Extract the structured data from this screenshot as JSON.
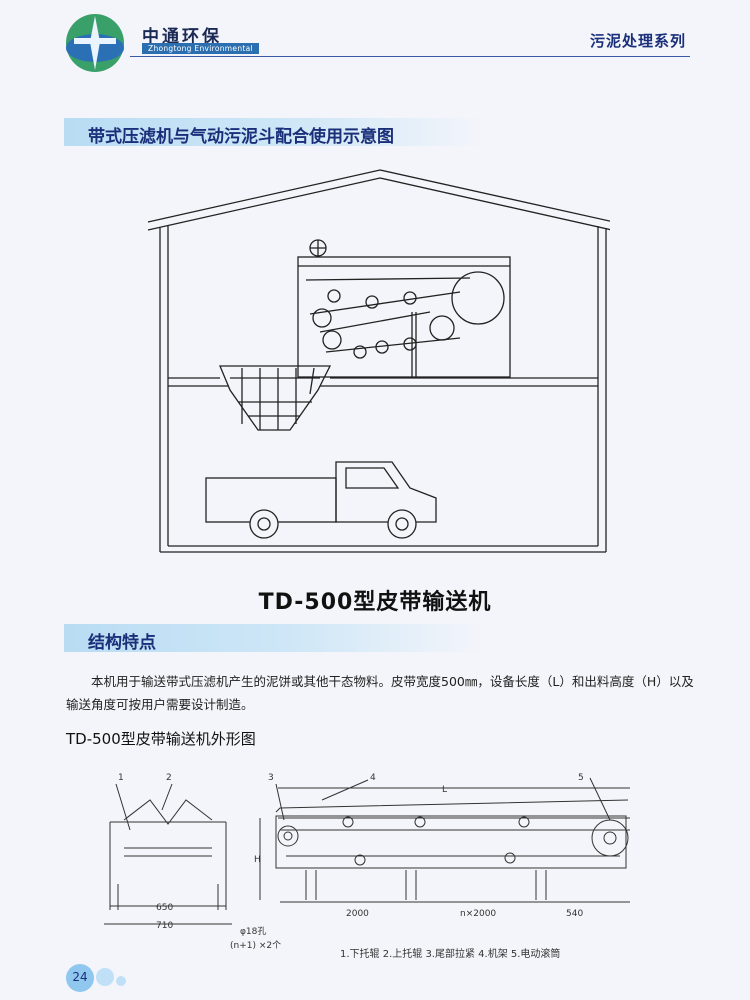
{
  "header": {
    "brand_cn": "中通环保",
    "brand_en": "Zhongtong Environmental",
    "series": "污泥处理系列"
  },
  "section1": {
    "title": "带式压滤机与气动污泥斗配合使用示意图"
  },
  "main_title": "TD-500型皮带输送机",
  "section2": {
    "title": "结构特点"
  },
  "description": "本机用于输送带式压滤机产生的泥饼或其他干态物料。皮带宽度500㎜，设备长度（L）和出料高度（H）以及输送角度可按用户需要设计制造。",
  "sub_title": "TD-500型皮带输送机外形图",
  "drawing": {
    "callouts": [
      "1",
      "2",
      "3",
      "4",
      "5"
    ],
    "dim_l": "L",
    "dim_h": "H",
    "dim_650": "650",
    "dim_710": "710",
    "dim_2000": "2000",
    "dim_n2000": "n×2000",
    "dim_540": "540",
    "hole_note": "φ18孔",
    "hole_count": "(n+1) ×2个"
  },
  "legend": "1.下托辊  2.上托辊  3.尾部拉紧  4.机架  5.电动滚筒",
  "page_number": "24",
  "colors": {
    "accent": "#1a2f7a",
    "bar": "#b9dcf3",
    "badge": "#8fc7ef"
  }
}
